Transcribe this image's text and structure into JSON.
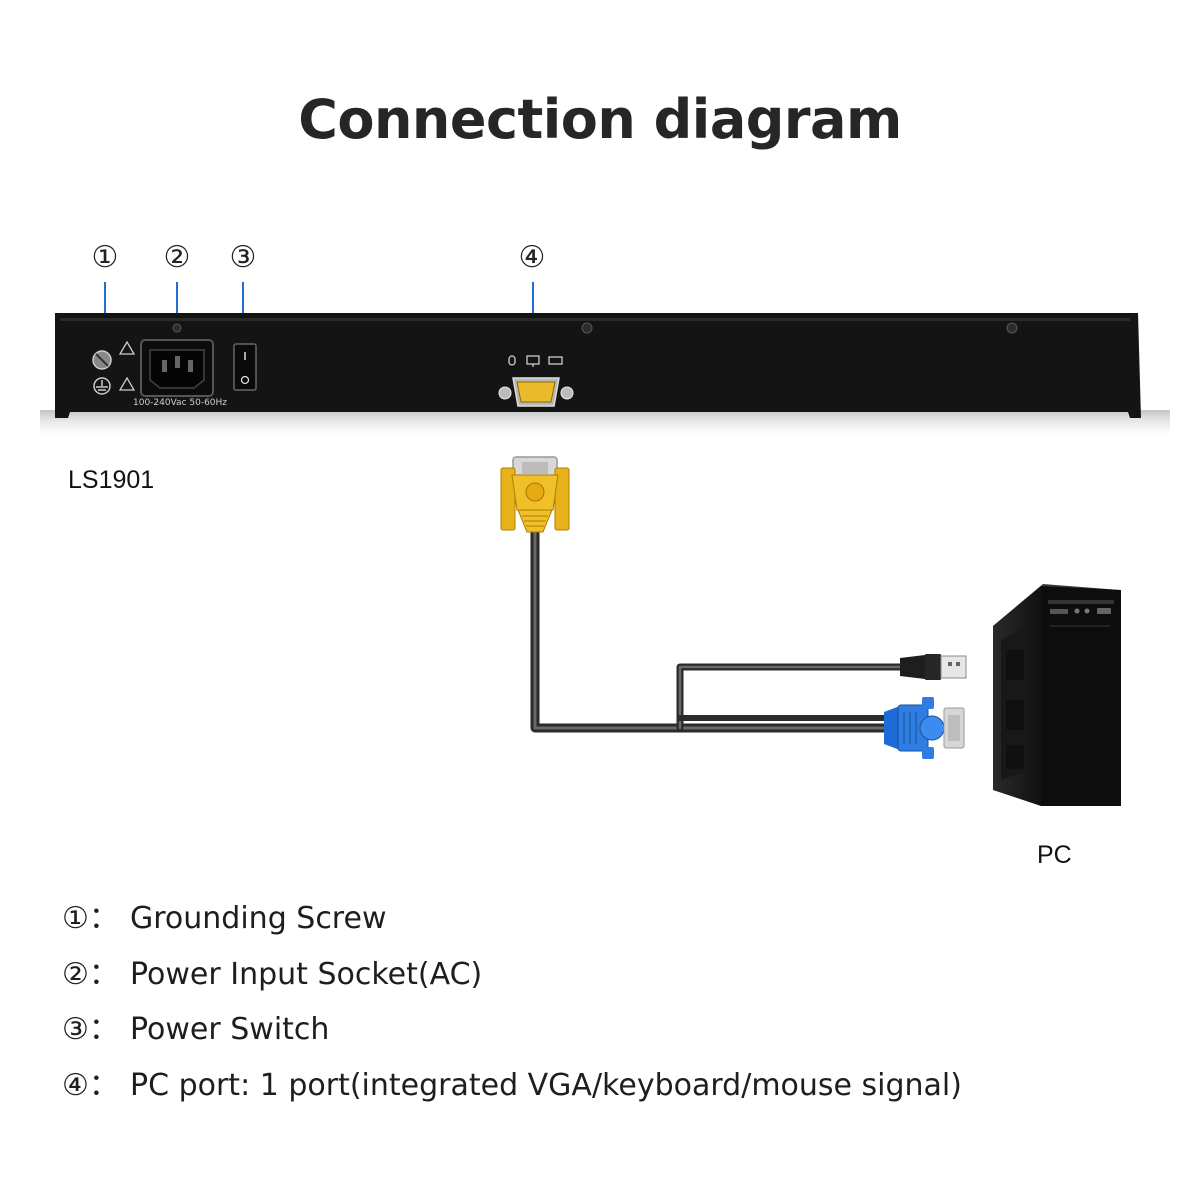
{
  "title": "Connection diagram",
  "callouts": [
    {
      "num": "①"
    },
    {
      "num": "②"
    },
    {
      "num": "③"
    },
    {
      "num": "④"
    }
  ],
  "device": {
    "model": "LS1901",
    "power_rating": "100-240Vac 50-60Hz"
  },
  "pc_label": "PC",
  "legend": [
    {
      "num": "①：",
      "text": "Grounding Screw"
    },
    {
      "num": "②：",
      "text": "Power Input Socket(AC)"
    },
    {
      "num": "③：",
      "text": "Power Switch"
    },
    {
      "num": "④：",
      "text": "PC port: 1 port(integrated VGA/keyboard/mouse signal)"
    }
  ],
  "colors": {
    "callout_line": "#1f6fd1",
    "device_body": "#141414",
    "vga_device_end": "#e8b21a",
    "vga_pc_end": "#2f7de1",
    "cable": "#3a3a3a"
  }
}
